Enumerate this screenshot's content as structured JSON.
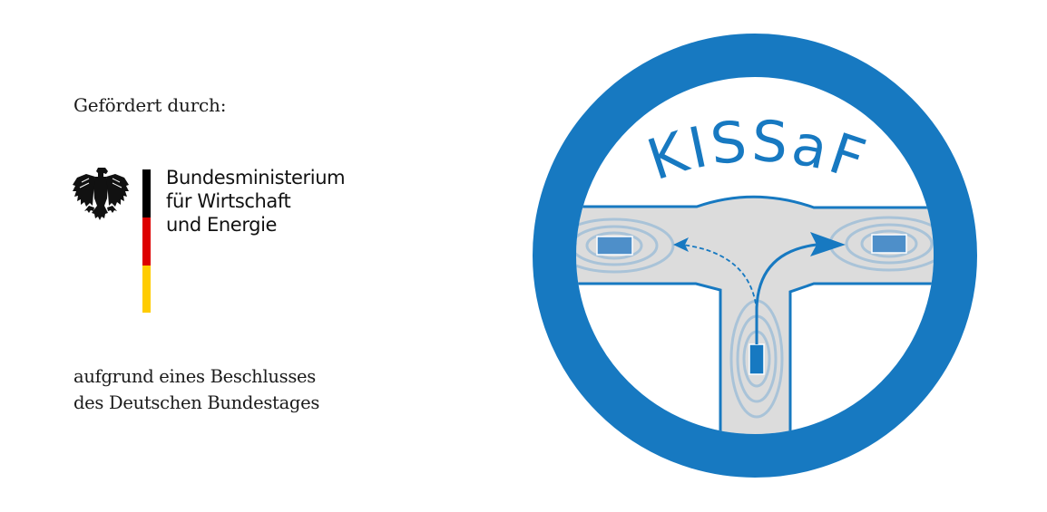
{
  "funding": {
    "label": "Gefördert durch:",
    "ministry_lines": [
      "Bundesministerium",
      "für Wirtschaft",
      "und Energie"
    ],
    "resolution_lines": [
      "aufgrund eines Beschlusses",
      "des Deutschen Bundestages"
    ],
    "emblem": "federal-eagle-icon",
    "flag_colors": [
      "#000000",
      "#dd0000",
      "#ffcc00"
    ]
  },
  "logo": {
    "title": "KISSaF",
    "accent_color": "#1779c1",
    "road_color": "#dcdcdc",
    "sensor_ring_color": "#a9c3d8",
    "car_light_color": "#4e8fc9",
    "icon": "steering-wheel-intersection-icon"
  }
}
